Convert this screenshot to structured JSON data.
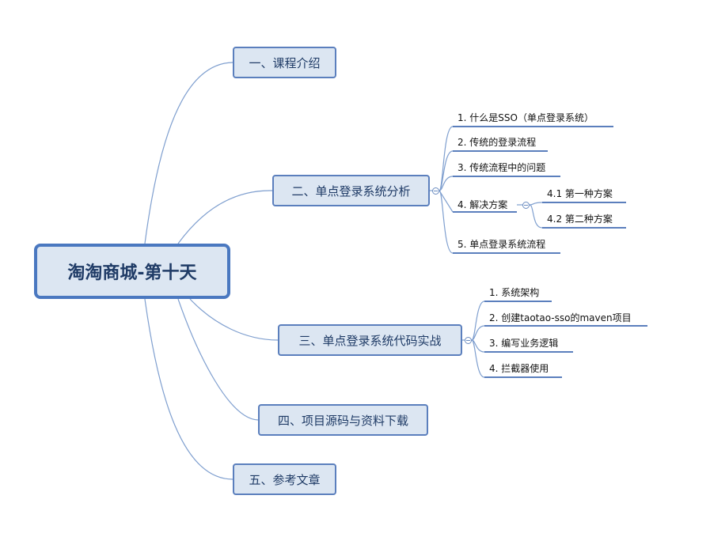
{
  "root": {
    "label": "淘淘商城-第十天"
  },
  "topics": [
    {
      "label": "一、课程介绍",
      "children": []
    },
    {
      "label": "二、单点登录系统分析",
      "children": [
        {
          "label": "1. 什么是SSO（单点登录系统）"
        },
        {
          "label": "2. 传统的登录流程"
        },
        {
          "label": "3. 传统流程中的问题"
        },
        {
          "label": "4. 解决方案",
          "children": [
            {
              "label": "4.1 第一种方案"
            },
            {
              "label": "4.2 第二种方案"
            }
          ]
        },
        {
          "label": "5. 单点登录系统流程"
        }
      ]
    },
    {
      "label": "三、单点登录系统代码实战",
      "children": [
        {
          "label": "1. 系统架构"
        },
        {
          "label": "2. 创建taotao-sso的maven项目"
        },
        {
          "label": "3. 编写业务逻辑"
        },
        {
          "label": "4. 拦截器使用"
        }
      ]
    },
    {
      "label": "四、项目源码与资料下载",
      "children": []
    },
    {
      "label": "五、参考文章",
      "children": []
    }
  ],
  "colors": {
    "node_fill": "#dce6f2",
    "node_border": "#5b7fbd",
    "connector": "#7f9fcf",
    "text": "#1f3b66"
  }
}
